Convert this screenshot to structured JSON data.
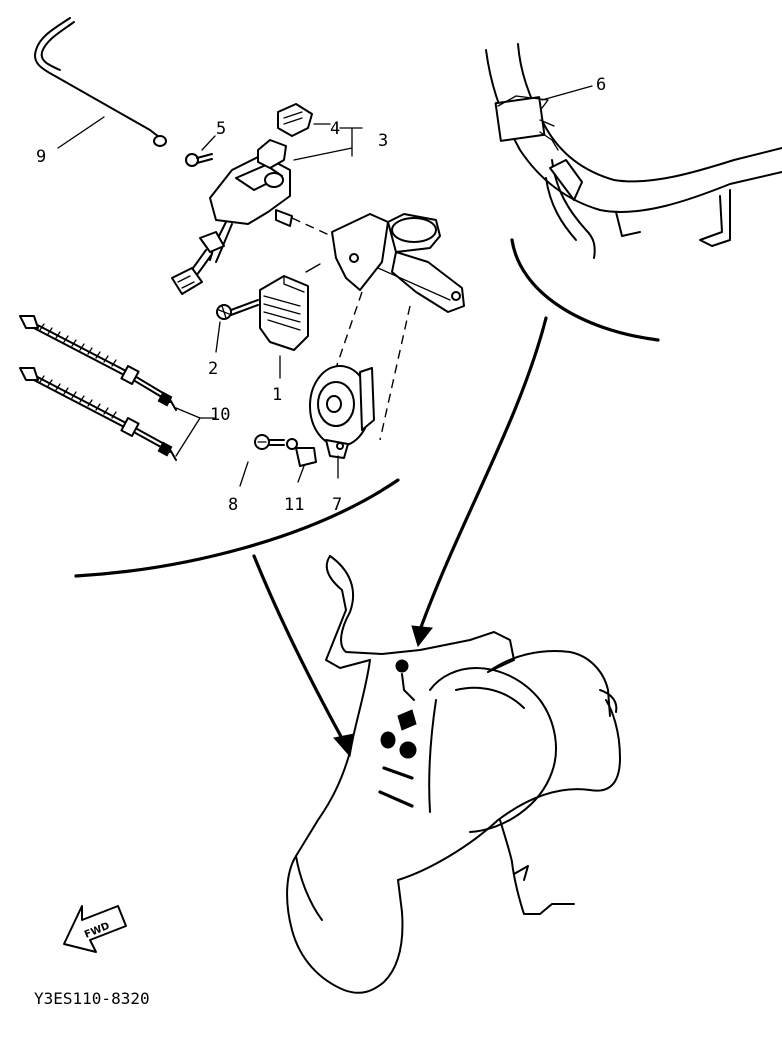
{
  "callouts": [
    {
      "id": "1",
      "label": "1"
    },
    {
      "id": "2",
      "label": "2"
    },
    {
      "id": "3",
      "label": "3"
    },
    {
      "id": "4",
      "label": "4"
    },
    {
      "id": "5",
      "label": "5"
    },
    {
      "id": "6",
      "label": "6"
    },
    {
      "id": "7",
      "label": "7"
    },
    {
      "id": "8",
      "label": "8"
    },
    {
      "id": "9",
      "label": "9"
    },
    {
      "id": "10",
      "label": "10"
    },
    {
      "id": "11",
      "label": "11"
    }
  ],
  "forward_label": "FWD",
  "diagram_code": "Y3ES110-8320"
}
